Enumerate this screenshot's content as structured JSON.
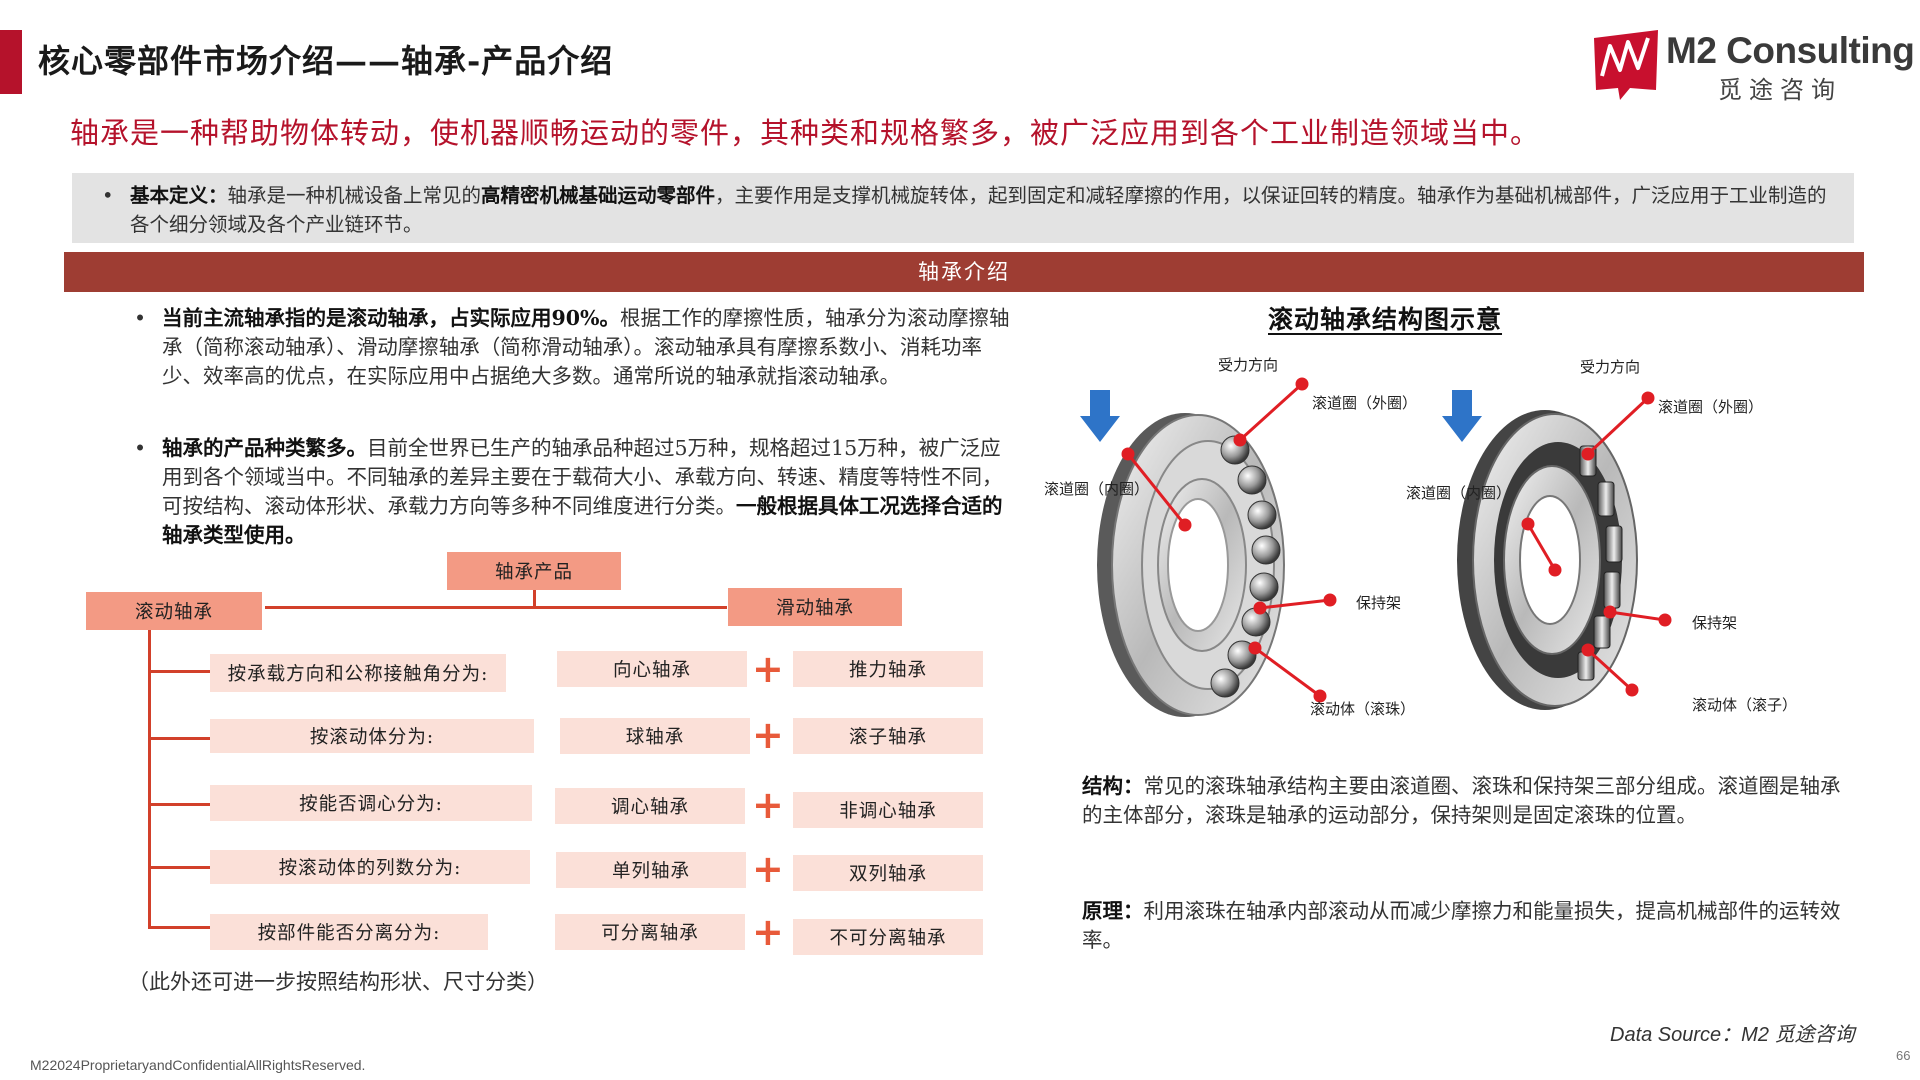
{
  "header": {
    "title": "核心零部件市场介绍——轴承-产品介绍",
    "logo_name": "M2 Consulting",
    "logo_sub": "觅途咨询",
    "brand_color": "#b5122b"
  },
  "subtitle": "轴承是一种帮助物体转动，使机器顺畅运动的零件，其种类和规格繁多，被广泛应用到各个工业制造领域当中。",
  "definition": {
    "bullet": "•",
    "label": "基本定义：",
    "text_before": "轴承是一种机械设备上常见的",
    "bold": "高精密机械基础运动零部件",
    "text_after": "，主要作用是支撑机械旋转体，起到固定和减轻摩擦的作用，以保证回转的精度。轴承作为基础机械部件，广泛应用于工业制造的各个细分领域及各个产业链环节。"
  },
  "section_title": "轴承介绍",
  "left": {
    "p1_bold": "当前主流轴承指的是滚动轴承，占实际应用90%。",
    "p1_text": "根据工作的摩擦性质，轴承分为滚动摩擦轴承（简称滚动轴承）、滑动摩擦轴承（简称滑动轴承）。滚动轴承具有摩擦系数小、消耗功率少、效率高的优点，在实际应用中占据绝大多数。通常所说的轴承就指滚动轴承。",
    "p2_bold": "轴承的产品种类繁多。",
    "p2_text": "目前全世界已生产的轴承品种超过5万种，规格超过15万种，被广泛应用到各个领域当中。不同轴承的差异主要在于载荷大小、承载方向、转速、精度等特性不同，可按结构、滚动体形状、承载力方向等多种不同维度进行分类。",
    "p2_bold_end": "一般根据具体工况选择合适的轴承类型使用。"
  },
  "tree": {
    "root": "轴承产品",
    "left_node": "滚动轴承",
    "right_node": "滑动轴承",
    "plus": "+",
    "rows": [
      {
        "criterion": "按承载方向和公称接触角分为:",
        "a": "向心轴承",
        "b": "推力轴承"
      },
      {
        "criterion": "按滚动体分为:",
        "a": "球轴承",
        "b": "滚子轴承"
      },
      {
        "criterion": "按能否调心分为:",
        "a": "调心轴承",
        "b": "非调心轴承"
      },
      {
        "criterion": "按滚动体的列数分为:",
        "a": "单列轴承",
        "b": "双列轴承"
      },
      {
        "criterion": "按部件能否分离分为:",
        "a": "可分离轴承",
        "b": "不可分离轴承"
      }
    ],
    "note": "（此外还可进一步按照结构形状、尺寸分类）"
  },
  "diagram": {
    "title": "滚动轴承结构图示意",
    "ball": {
      "force": "受力方向",
      "outer": "滚道圈（外圈）",
      "inner": "滚道圈（内圈）",
      "cage": "保持架",
      "rolling": "滚动体（滚珠）"
    },
    "roller": {
      "force": "受力方向",
      "outer": "滚道圈（外圈）",
      "inner": "滚道圈（内圈）",
      "cage": "保持架",
      "rolling": "滚动体（滚子）"
    }
  },
  "structure": {
    "label": "结构：",
    "text": "常见的滚珠轴承结构主要由滚道圈、滚珠和保持架三部分组成。滚道圈是轴承的主体部分，滚珠是轴承的运动部分，保持架则是固定滚珠的位置。"
  },
  "principle": {
    "label": "原理：",
    "text": "利用滚珠在轴承内部滚动从而减少摩擦力和能量损失，提高机械部件的运转效率。"
  },
  "data_source": "Data Source：M2 觅途咨询",
  "footer": "M22024ProprietaryandConfidentialAllRightsReserved.",
  "page_number": "66"
}
